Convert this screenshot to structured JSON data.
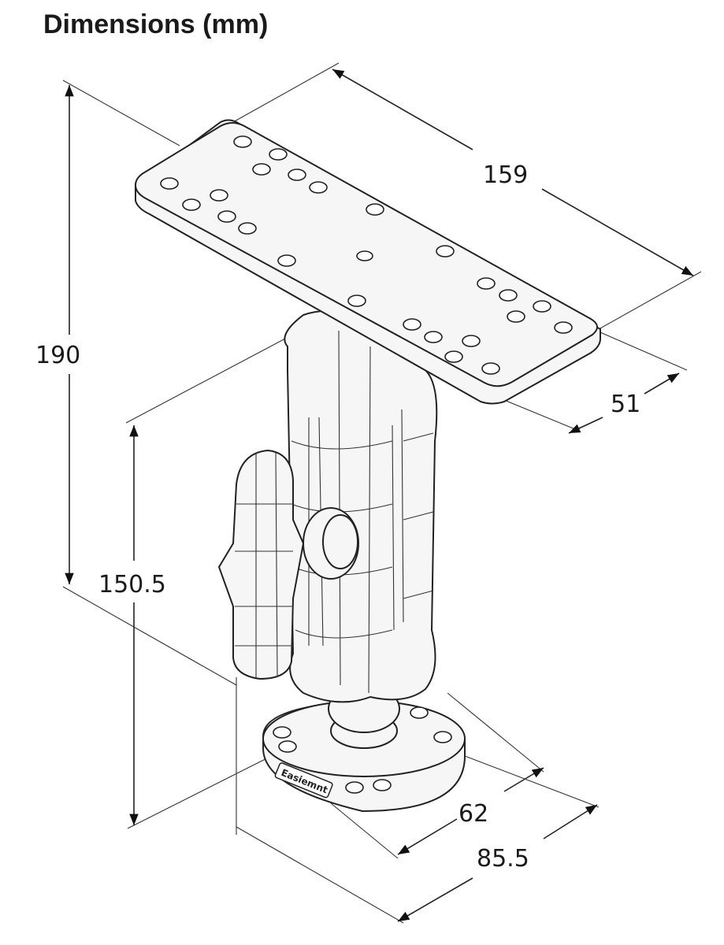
{
  "title": "Dimensions (mm)",
  "dimensions": {
    "total_height": "190",
    "arm_height": "150.5",
    "plate_length": "159",
    "plate_width": "51",
    "base_inner": "62",
    "base_outer": "85.5"
  },
  "base_logo": "Easiemnt"
}
